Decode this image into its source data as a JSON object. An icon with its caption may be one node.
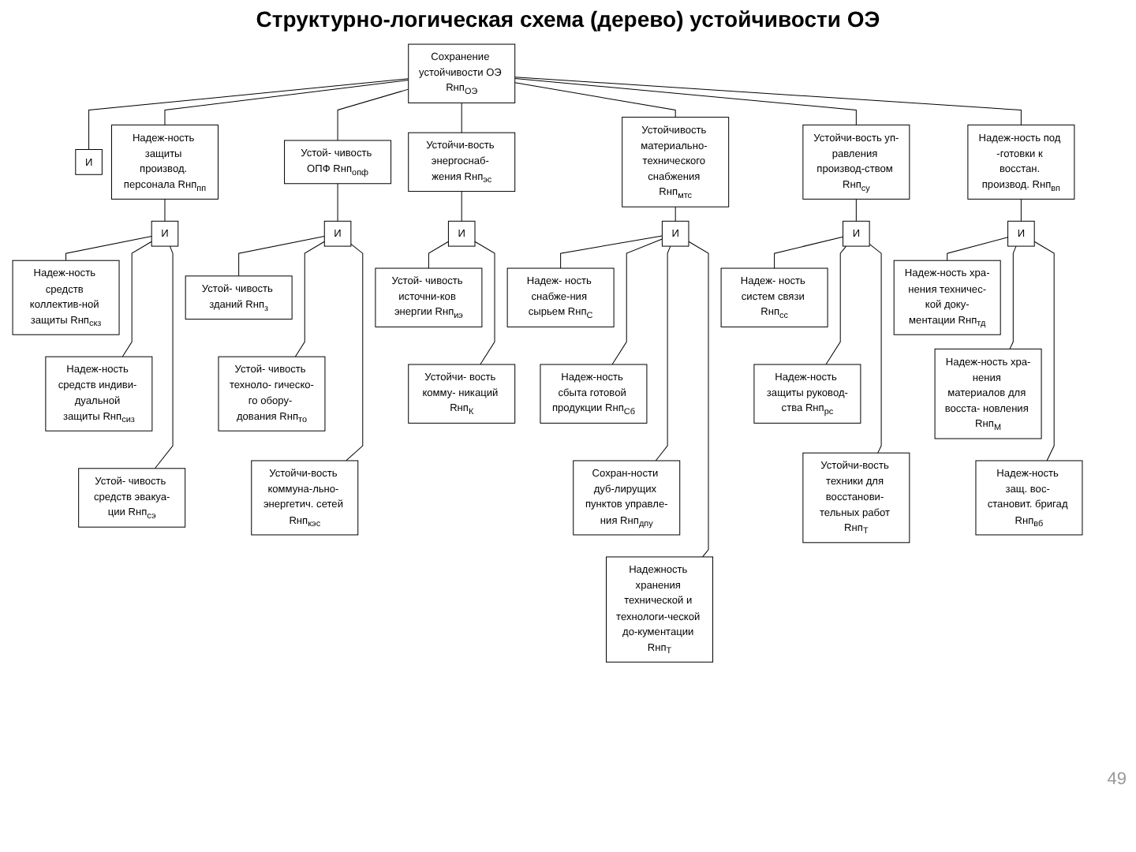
{
  "diagram": {
    "title": "Структурно-логическая схема (дерево) устойчивости ОЭ",
    "nodes": [
      {
        "text": [
          "Сохранение устойчивости ОЭ Rнп$_{ОЭ}$"
        ]
      },
      {
        "text": [
          "И"
        ]
      },
      {
        "text": [
          "Надеж-ность защиты производ. персонала Rнп$_{пп}$"
        ]
      },
      {
        "text": [
          "Устой- чивость ОПФ Rнп$_{опф}$"
        ]
      },
      {
        "text": [
          "Устойчи-вость энергоснаб- жения Rнп$_{эс}$"
        ]
      },
      {
        "text": [
          "Устойчивость материально- технического снабжения Rнп$_{мтс}$"
        ]
      },
      {
        "text": [
          "Устойчи-вость уп-равления производ-ством Rнп$_{су}$"
        ]
      },
      {
        "text": [
          "Надеж-ность под -готовки к восстан. производ. Rнп$_{вп}$"
        ]
      },
      {
        "text": [
          "И"
        ]
      },
      {
        "text": [
          "И"
        ]
      },
      {
        "text": [
          "И"
        ]
      },
      {
        "text": [
          "И"
        ]
      },
      {
        "text": [
          "И"
        ]
      },
      {
        "text": [
          "И"
        ]
      },
      {
        "text": [
          "Надеж-ность средств коллектив-ной защиты Rнп$_{скз}$"
        ]
      },
      {
        "text": [
          "Устой- чивость зданий Rнп$_{з}$"
        ]
      },
      {
        "text": [
          "Устой- чивость источни-ков энергии Rнп$_{иэ}$"
        ]
      },
      {
        "text": [
          "Надеж- ность снабже-ния сырьем Rнп$_{С}$"
        ]
      },
      {
        "text": [
          "Надеж- ность систем связи Rнп$_{сс}$"
        ]
      },
      {
        "text": [
          "Надеж-ность хра-нения техничес-кой доку-ментации Rнп$_{тд}$"
        ]
      },
      {
        "text": [
          "Надеж-ность средств индиви- дуальной защиты Rнп$_{сиз}$"
        ]
      },
      {
        "text": [
          "Устой- чивость техноло- гическо-го обору- дования Rнп$_{то}$"
        ]
      },
      {
        "text": [
          "Устойчи- вость комму- никаций Rнп$_{К}$"
        ]
      },
      {
        "text": [
          "Надеж-ность сбыта готовой продукции Rнп$_{Сб}$"
        ]
      },
      {
        "text": [
          "Надеж-ность защиты руковод-ства Rнп$_{рс}$"
        ]
      },
      {
        "text": [
          "Надеж-ность хра-нения материалов для восста- новления Rнп$_{М}$"
        ]
      },
      {
        "text": [
          "Устой- чивость средств эвакуа-ции Rнп$_{сэ}$"
        ]
      },
      {
        "text": [
          "Устойчи-вость коммуна-льно- энергетич. сетей Rнп$_{кэс}$"
        ]
      },
      {
        "text": [
          "Сохран-ности дуб-лирущих пунктов управле-ния Rнп$_{дпу}$"
        ]
      },
      {
        "text": [
          "Надежность хранения технической и технологи-ческой до-кументации Rнп$_{Т}$"
        ]
      },
      {
        "text": [
          "Устойчи-вость техники для восстанови- тельных работ Rнп$_{Т}$"
        ]
      },
      {
        "text": [
          "Надеж-ность защ. вос- становит. бригад Rнп$_{вб}$"
        ]
      }
    ],
    "edges": [
      {
        "from": 0,
        "to": 1,
        "arrow": "none"
      },
      {
        "from": 0,
        "to": 2,
        "arrow": "none"
      },
      {
        "from": 0,
        "to": 3,
        "arrow": "none"
      },
      {
        "from": 0,
        "to": 4,
        "arrow": "none"
      },
      {
        "from": 0,
        "to": 5,
        "arrow": "none"
      },
      {
        "from": 0,
        "to": 6,
        "arrow": "none"
      },
      {
        "from": 0,
        "to": 7,
        "arrow": "none"
      },
      {
        "from": 2,
        "to": 8,
        "arrow": "none"
      },
      {
        "from": 3,
        "to": 9,
        "arrow": "none"
      },
      {
        "from": 4,
        "to": 10,
        "arrow": "none"
      },
      {
        "from": 5,
        "to": 11,
        "arrow": "none"
      },
      {
        "from": 6,
        "to": 12,
        "arrow": "none"
      },
      {
        "from": 7,
        "to": 13,
        "arrow": "none"
      },
      {
        "from": 8,
        "to": 14,
        "arrow": "none"
      },
      {
        "from": 8,
        "to": 20,
        "arrow": "none"
      },
      {
        "from": 8,
        "to": 26,
        "arrow": "none"
      },
      {
        "from": 9,
        "to": 15,
        "arrow": "none"
      },
      {
        "from": 9,
        "to": 21,
        "arrow": "none"
      },
      {
        "from": 9,
        "to": 27,
        "arrow": "none"
      },
      {
        "from": 10,
        "to": 16,
        "arrow": "none"
      },
      {
        "from": 10,
        "to": 22,
        "arrow": "none"
      },
      {
        "from": 11,
        "to": 17,
        "arrow": "none"
      },
      {
        "from": 11,
        "to": 23,
        "arrow": "none"
      },
      {
        "from": 11,
        "to": 28,
        "arrow": "none"
      },
      {
        "from": 11,
        "to": 29,
        "arrow": "none"
      },
      {
        "from": 12,
        "to": 18,
        "arrow": "none"
      },
      {
        "from": 12,
        "to": 24,
        "arrow": "none"
      },
      {
        "from": 12,
        "to": 30,
        "arrow": "none"
      },
      {
        "from": 13,
        "to": 19,
        "arrow": "none"
      },
      {
        "from": 13,
        "to": 25,
        "arrow": "none"
      },
      {
        "from": 13,
        "to": 31,
        "arrow": "none"
      }
    ],
    "labels": [
      "49"
    ]
  }
}
